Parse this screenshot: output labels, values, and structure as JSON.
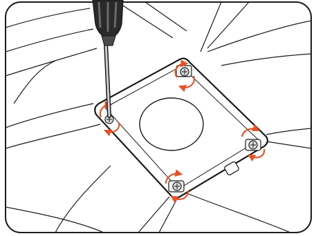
{
  "illustration": {
    "subject": "monitor-back-vesa-plate-screw-removal",
    "screw_count": 4,
    "tool": "screwdriver",
    "rotation_indicator": "counter-clockwise",
    "colors": {
      "line": "#1a1a1a",
      "background": "#ffffff",
      "arrow": "#e4532a",
      "screw_fill": "#d9d9d9",
      "handle": "#2a2a2a"
    }
  }
}
